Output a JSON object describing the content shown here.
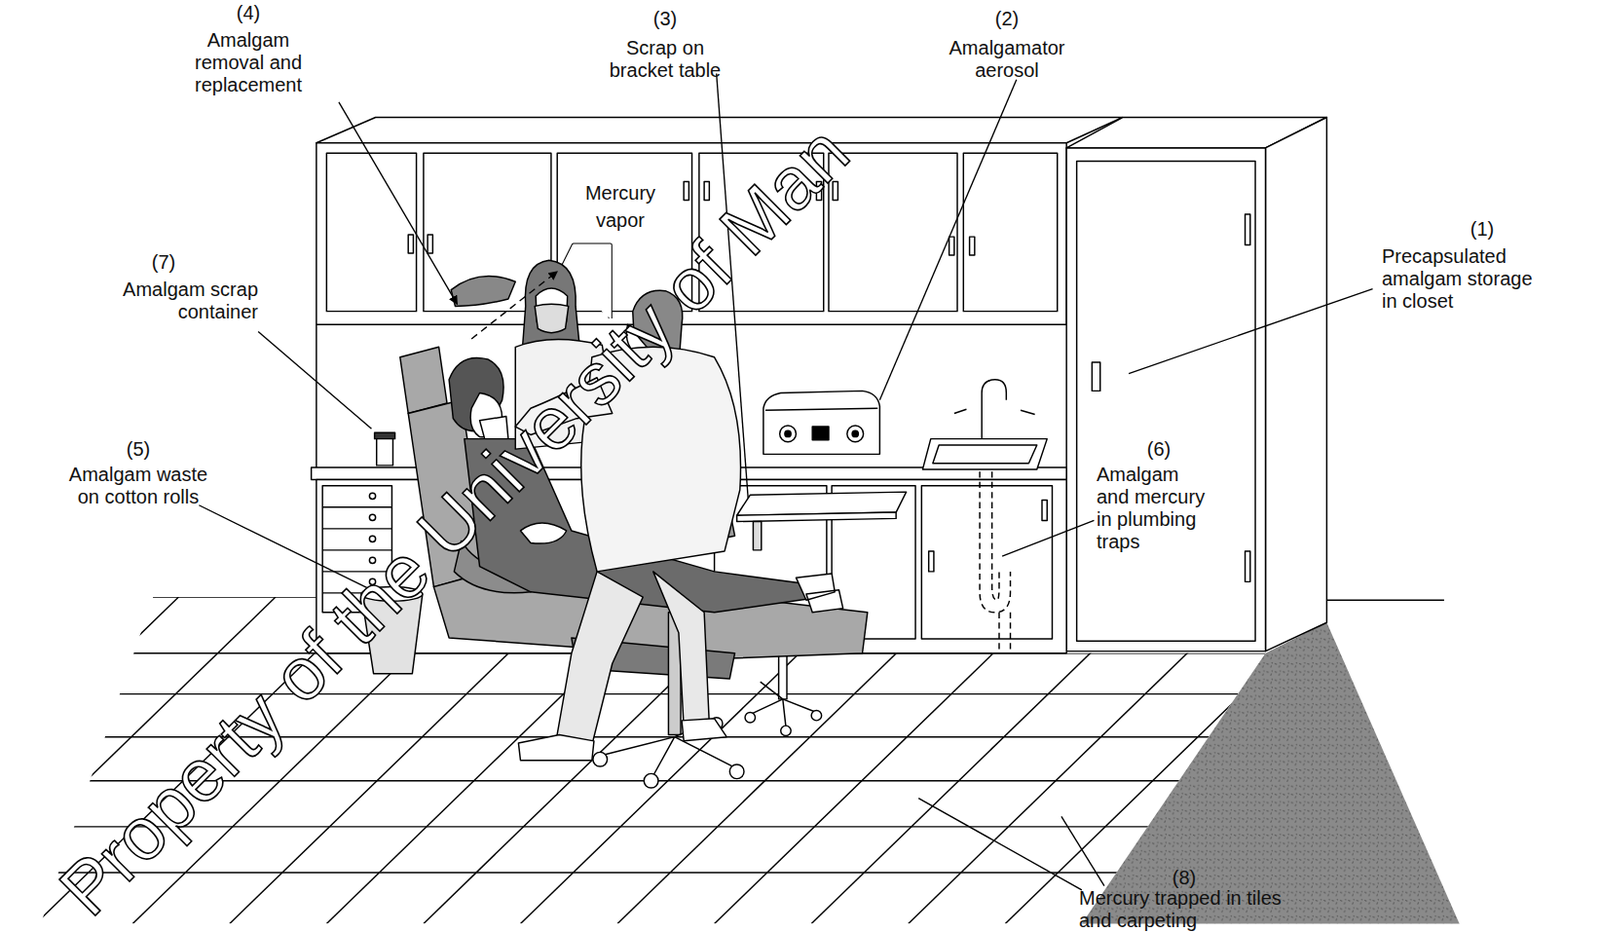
{
  "diagram": {
    "labels": [
      "(4)",
      "Amalgam removal and replacement",
      "(3)",
      "Scrap on bracket table",
      "(2)",
      "Amalgamator aerosol",
      "(1)",
      "Precapsulated amalgam storage in closet",
      "(7)",
      "Amalgam scrap container",
      "(5)",
      "Amalgam waste on cotton rolls",
      "(6)",
      "Amalgam and mercury in plumbing traps",
      "(8)",
      "Mercury trapped in tiles and carpeting",
      "Mercury vapor",
      "Property of the University of Man"
    ]
  }
}
